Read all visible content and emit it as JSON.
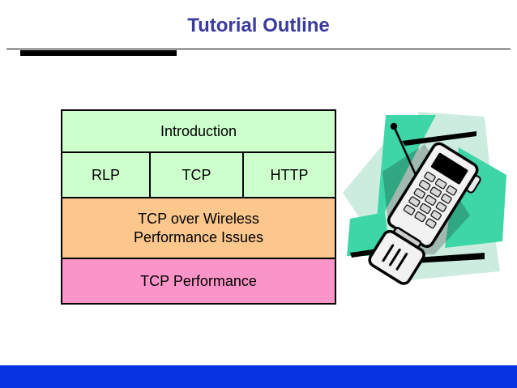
{
  "slide": {
    "title": "Tutorial Outline",
    "title_color": "#3b3b9e",
    "accent_bar_color": "#000000",
    "bottom_bar_color": "#0733e2",
    "background_color": "#ffffff"
  },
  "outline": {
    "rows": [
      {
        "id": "introduction",
        "label": "Introduction",
        "fill": "#ccffcc",
        "columns": []
      },
      {
        "id": "protocols",
        "label": "",
        "fill": "#ccffcc",
        "columns": [
          {
            "id": "rlp",
            "label": "RLP"
          },
          {
            "id": "tcp",
            "label": "TCP"
          },
          {
            "id": "http",
            "label": "HTTP"
          }
        ]
      },
      {
        "id": "tcp-over-wireless",
        "label": "TCP over Wireless Performance Issues",
        "line1": "TCP over Wireless",
        "line2": "Performance Issues",
        "fill": "#fbc78d",
        "columns": []
      },
      {
        "id": "tcp-performance",
        "label": "TCP Performance",
        "fill": "#fb94c8",
        "columns": []
      }
    ],
    "border_color": "#000000",
    "text_color": "#000000"
  },
  "clipart": {
    "name": "mobile-phone-illustration",
    "shape_color_dark": "#3ed6a6",
    "shape_color_light": "#cdece0",
    "phone_body_color": "#f2f2f2",
    "phone_outline_color": "#000000",
    "screen_color": "#000000",
    "shadow_color": "#000000"
  }
}
